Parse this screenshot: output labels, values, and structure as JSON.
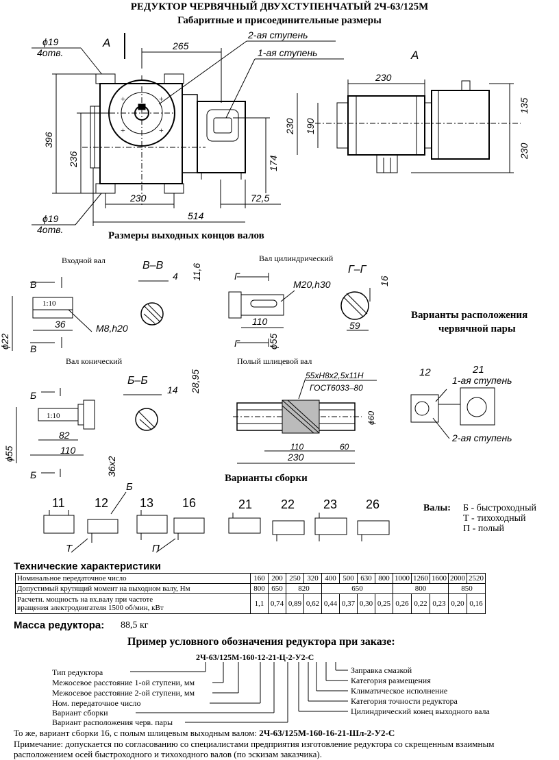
{
  "title": "РЕДУКТОР ЧЕРВЯЧНЫЙ ДВУХСТУПЕНЧАТЫЙ 2Ч-63/125М",
  "subtitle": "Габаритные и присоединительные размеры",
  "main_view": {
    "view_label": "А",
    "hole_top": "ϕ19",
    "hole_top_count": "4отв.",
    "hole_bottom": "ϕ19",
    "hole_bottom_count": "4отв.",
    "stage2": "2-ая ступень",
    "stage1": "1-ая ступень",
    "dim_265": "265",
    "dim_396": "396",
    "dim_236": "236",
    "dim_174": "174",
    "dim_230": "230",
    "dim_72": "72,5",
    "dim_514": "514"
  },
  "side_view": {
    "view_label": "А",
    "dim_230_top": "230",
    "dim_230_left": "230",
    "dim_190": "190",
    "dim_135": "135",
    "dim_230_right": "230"
  },
  "shafts_title": "Размеры выходных концов валов",
  "input_shaft": {
    "label": "Входной вал",
    "section": "В–В",
    "cut_mark": "В",
    "taper": "1:10",
    "dim_36": "36",
    "thread": "M8,h20",
    "dim_22": "ϕ22",
    "dim_4": "4",
    "dim_11": "11,6"
  },
  "cyl_shaft": {
    "label": "Вал цилиндрический",
    "section": "Г–Г",
    "cut_mark": "Г",
    "thread": "M20,h30",
    "dim_110": "110",
    "dim_55": "ϕ55",
    "dim_16": "16",
    "dim_59": "59"
  },
  "cone_shaft": {
    "label": "Вал конический",
    "section": "Б–Б",
    "cut_mark": "Б",
    "taper": "1:10",
    "dim_82": "82",
    "dim_110": "110",
    "dim_55": "ϕ55",
    "dim_14": "14",
    "dim_28": "28,95",
    "dim_36": "36х2"
  },
  "hollow_shaft": {
    "label": "Полый шлицевой вал",
    "spline": "55хН8х2,5х11Н",
    "gost": "ГОСТ6033–80",
    "dim_60": "ϕ60",
    "dim_110": "110",
    "dim_60b": "60",
    "dim_230": "230"
  },
  "worm_variants": {
    "title1": "Варианты расположения",
    "title2": "червячной пары",
    "v12": "12",
    "v21": "21",
    "stage1": "1-ая ступень",
    "stage2": "2-ая ступень"
  },
  "assembly": {
    "title": "Варианты сборки",
    "variants": [
      "11",
      "12",
      "13",
      "16",
      "21",
      "22",
      "23",
      "26"
    ],
    "mark_b": "Б",
    "mark_t": "Т",
    "mark_p": "П",
    "shafts_label": "Валы:",
    "shaft_b": "Б - быстроходный",
    "shaft_t": "Т - тихоходный",
    "shaft_p": "П - полый"
  },
  "specs": {
    "title": "Технические характеристики",
    "row1_label": "Номинальное передаточное число",
    "ratios": [
      "160",
      "200",
      "250",
      "320",
      "400",
      "500",
      "630",
      "800",
      "1000",
      "1260",
      "1600",
      "2000",
      "2520"
    ],
    "row2_label": "Допустимый крутящий момент на выходном валу, Нм",
    "torque": [
      "800",
      "650",
      "820",
      "650",
      "800",
      "850"
    ],
    "row3_label_a": "Расчетн. мощность на вх.валу при частоте",
    "row3_label_b": "вращения электродвигателя 1500 об/мин, кВт",
    "power": [
      "1,1",
      "0,74",
      "0,89",
      "0,62",
      "0,44",
      "0,37",
      "0,30",
      "0,25",
      "0,26",
      "0,22",
      "0,23",
      "0,20",
      "0,16"
    ]
  },
  "mass_label": "Масса редуктора:",
  "mass_value": "88,5 кг",
  "order": {
    "title": "Пример условного обозначения редуктора при заказе:",
    "code": "2Ч-63/125М-160-12-21-Ц-2-У2-С",
    "left_labels": [
      "Тип редуктора",
      "Межосевое расстояние 1-ой ступени, мм",
      "Межосевое расстояние 2-ой ступени, мм",
      "Ном. передаточное число",
      "Вариант сборки",
      "Вариант расположения черв. пары"
    ],
    "right_labels": [
      "Заправка смазкой",
      "Категория размещения",
      "Климатическое исполнение",
      "Категория точности редуктора",
      "Цилиндрический конец выходного вала"
    ],
    "example_prefix": "То же, вариант сборки 16, с полым шлицевым выходным валом:",
    "example_code": "2Ч-63/125М-160-16-21-Шл-2-У2-С",
    "note_line1": "Примечание: допускается по согласованию со специалистами предприятия изготовление редуктора со скрещенным взаимным",
    "note_line2": "расположением осей быстроходного и тихоходного валов (по эскизам заказчика)."
  }
}
